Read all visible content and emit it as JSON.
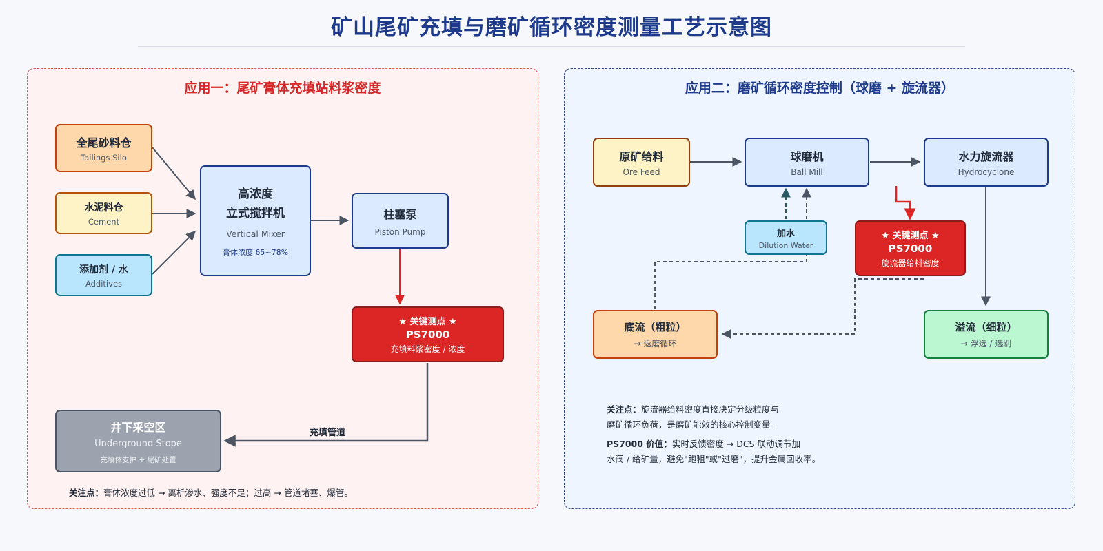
{
  "title": "矿山尾矿充填与磨矿循环密度测量工艺示意图",
  "left": {
    "title": "应用一：尾矿膏体充填站料浆密度",
    "tailings": {
      "title": "全尾砂料仓",
      "sub": "Tailings Silo"
    },
    "cement": {
      "title": "水泥料仓",
      "sub": "Cement"
    },
    "additives": {
      "title": "添加剂 / 水",
      "sub": "Additives"
    },
    "mixer": {
      "title1": "高浓度",
      "title2": "立式搅拌机",
      "sub": "Vertical Mixer",
      "note": "膏体浓度 65~78%"
    },
    "pump": {
      "title": "柱塞泵",
      "sub": "Piston Pump"
    },
    "ps": {
      "star": "★ 关键测点 ★",
      "title": "PS7000",
      "sub": "充填料浆密度 / 浓度"
    },
    "stope": {
      "title": "井下采空区",
      "sub": "Underground Stope",
      "note": "充填体支护 + 尾矿处置"
    },
    "pipe_label": "充填管道",
    "note_key": "关注点：",
    "note_text": "膏体浓度过低 → 离析渗水、强度不足；过高 → 管道堵塞、爆管。"
  },
  "right": {
    "title": "应用二：磨矿循环密度控制（球磨 + 旋流器）",
    "ore": {
      "title": "原矿给料",
      "sub": "Ore Feed"
    },
    "mill": {
      "title": "球磨机",
      "sub": "Ball Mill"
    },
    "cyclone": {
      "title": "水力旋流器",
      "sub": "Hydrocyclone"
    },
    "water": {
      "title": "加水",
      "sub": "Dilution Water"
    },
    "ps": {
      "star": "★ 关键测点 ★",
      "title": "PS7000",
      "sub": "旋流器给料密度"
    },
    "underflow": {
      "title": "底流（粗粒）",
      "sub": "→ 返磨循环"
    },
    "overflow": {
      "title": "溢流（细粒）",
      "sub": "→ 浮选 / 选别"
    },
    "note1_key": "关注点：",
    "note1_a": "旋流器给料密度直接决定分级粒度与",
    "note1_b": "磨矿循环负荷，是磨矿能效的核心控制变量。",
    "note2_key": "PS7000 价值：",
    "note2_a": "实时反馈密度 → DCS 联动调节加",
    "note2_b": "水阀 / 给矿量，避免\"跑粗\"或\"过磨\"，提升金属回收率。"
  }
}
